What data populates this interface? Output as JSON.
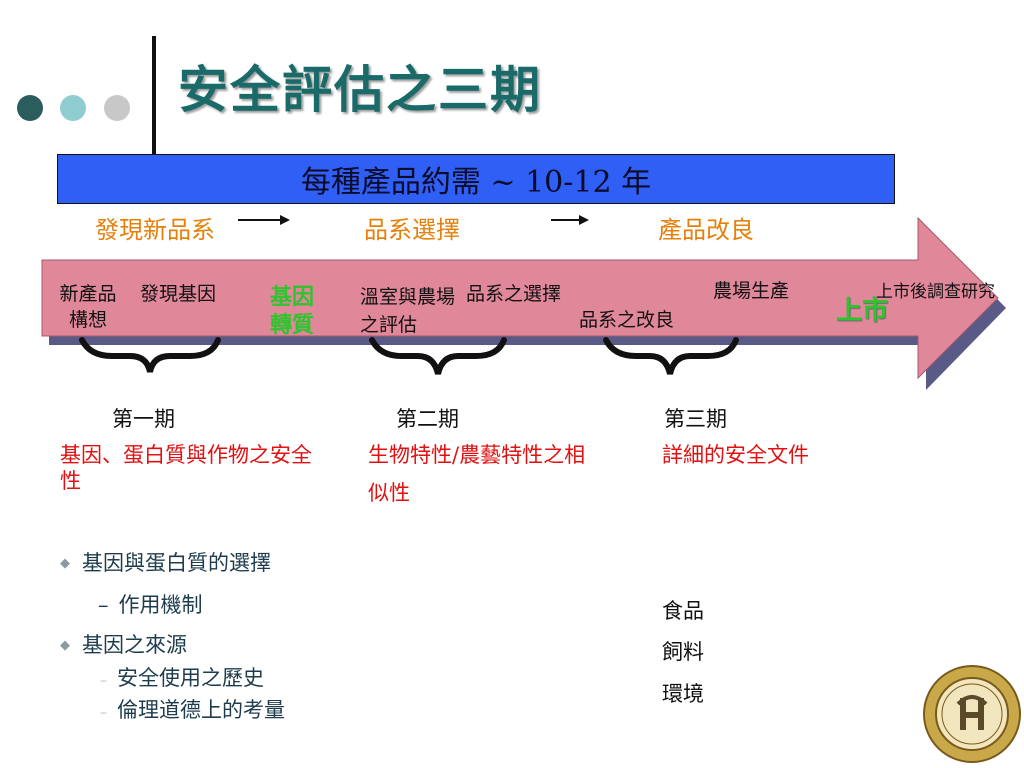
{
  "title": "安全評估之三期",
  "banner": "每種產品約需 ~ 10-12 年",
  "phases": [
    "發現新品系",
    "品系選擇",
    "產品改良"
  ],
  "arrow_items": {
    "new_concept": "新產品構想",
    "discover_gene": "發現基因",
    "gene_transform": "基因轉質",
    "greenhouse_eval": "溫室與農場之評估",
    "line_selection": "品系之選擇",
    "line_improvement": "品系之改良",
    "farm_production": "農場生產",
    "market": "上市",
    "post_market": "上市後調查研究"
  },
  "periods": {
    "p1": {
      "label": "第一期",
      "desc": "基因、蛋白質與作物之安全性"
    },
    "p2": {
      "label": "第二期",
      "desc": "生物特性/農藝特性之相似性"
    },
    "p3": {
      "label": "第三期",
      "desc": "詳細的安全文件"
    }
  },
  "bullets": [
    {
      "label": "基因與蛋白質的選擇",
      "subs": [
        "作用機制"
      ]
    },
    {
      "label": "基因之來源",
      "subs": [
        "安全使用之歷史",
        "倫理道德上的考量"
      ]
    }
  ],
  "phase3_list": [
    "食品",
    "飼料",
    "環境"
  ],
  "colors": {
    "title": "#1a6a6a",
    "banner": "#2f5ff5",
    "arrow": "#e0879a",
    "arrow_shadow": "#5a5a86",
    "phase_head": "#e6800a",
    "highlight_green": "#2ec42e",
    "red_text": "#e21010"
  }
}
